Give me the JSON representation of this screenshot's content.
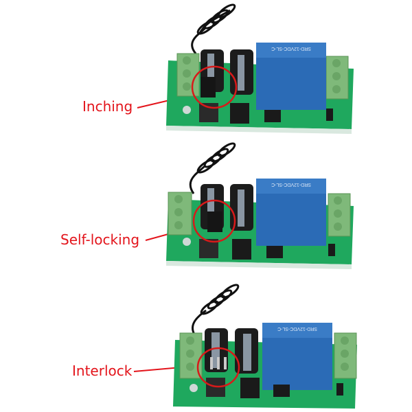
{
  "panels": [
    {
      "label": "Inching",
      "mode": "jumper-on-left-pair",
      "relay_text": "SRD-12VDC-SL-C"
    },
    {
      "label": "Self-locking",
      "mode": "jumper-on-right-pair",
      "relay_text": "SRD-12VDC-SL-C"
    },
    {
      "label": "Interlock",
      "mode": "no-jumper",
      "relay_text": "SRD-12VDC-SL-C"
    }
  ],
  "colors": {
    "label": "#e3141b",
    "circle": "#d81a1a",
    "pcb": "#1fa85e",
    "relay": "#2b6bb6",
    "terminal": "#7fb97a"
  }
}
